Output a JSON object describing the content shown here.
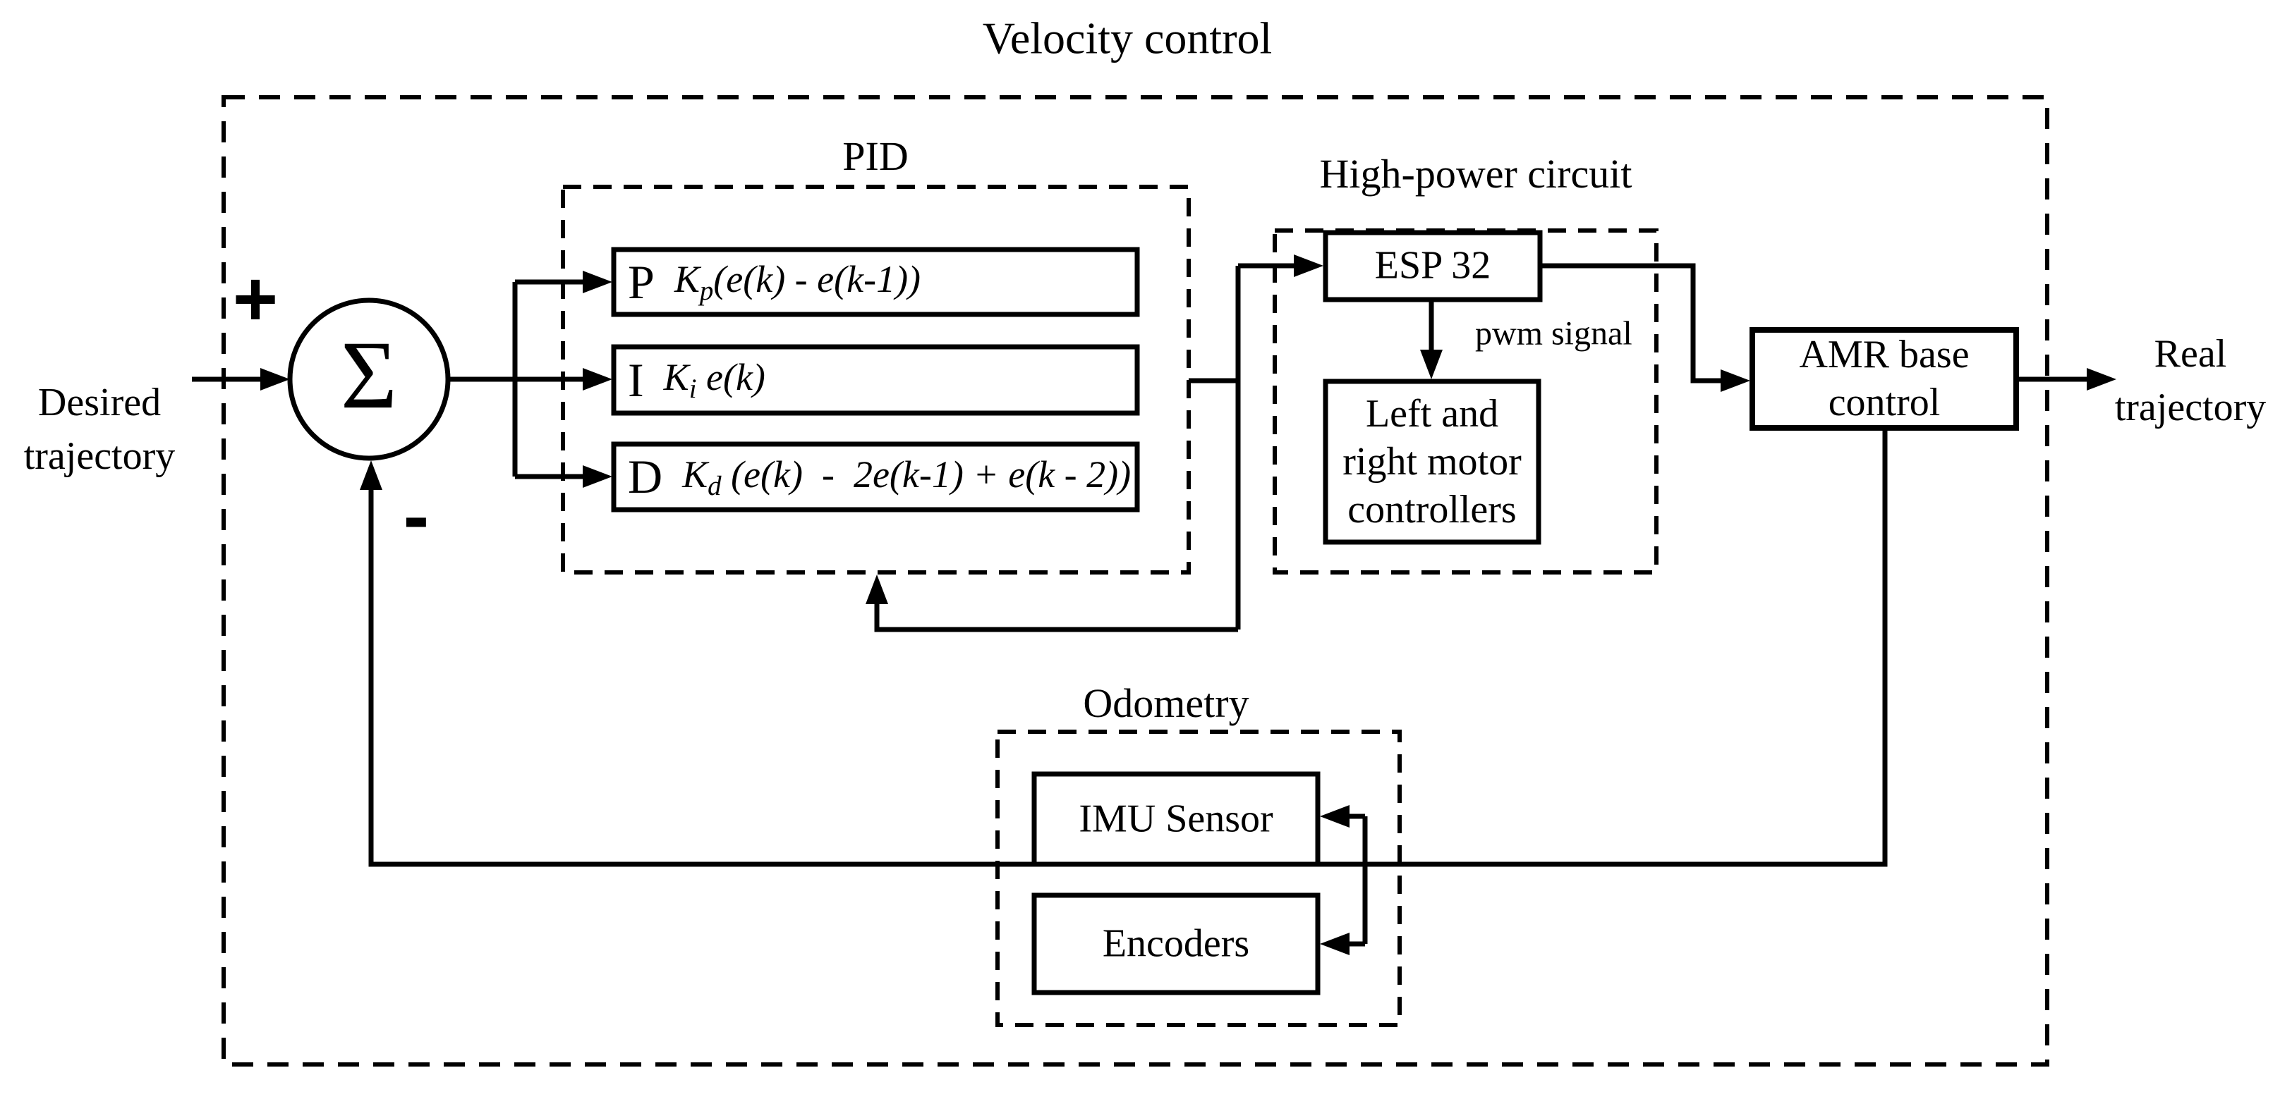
{
  "colors": {
    "ink": "#000000",
    "background": "#ffffff"
  },
  "diagram": {
    "title": "Velocity control"
  },
  "io": {
    "input_line1": "Desired",
    "input_line2": "trajectory",
    "output_line1": "Real",
    "output_line2": "trajectory"
  },
  "summing": {
    "symbol": "Σ",
    "plus": "+",
    "minus": "-"
  },
  "pid": {
    "title": "PID",
    "rows": [
      {
        "label": "P",
        "coef": "K",
        "sub": "p",
        "expr": "(e(k) - e(k-1))"
      },
      {
        "label": "I",
        "coef": "K",
        "sub": "i",
        "expr": " e(k)"
      },
      {
        "label": "D",
        "coef": "K",
        "sub": "d",
        "expr": " (e(k)  -  2e(k-1) + e(k - 2))"
      }
    ]
  },
  "high_power": {
    "title": "High-power circuit",
    "esp_label": "ESP 32",
    "pwm_label": "pwm signal",
    "motor_line1": "Left and",
    "motor_line2": "right motor",
    "motor_line3": "controllers"
  },
  "amr": {
    "line1": "AMR base",
    "line2": "control"
  },
  "odometry": {
    "title": "Odometry",
    "imu_label": "IMU Sensor",
    "encoders_label": "Encoders"
  }
}
